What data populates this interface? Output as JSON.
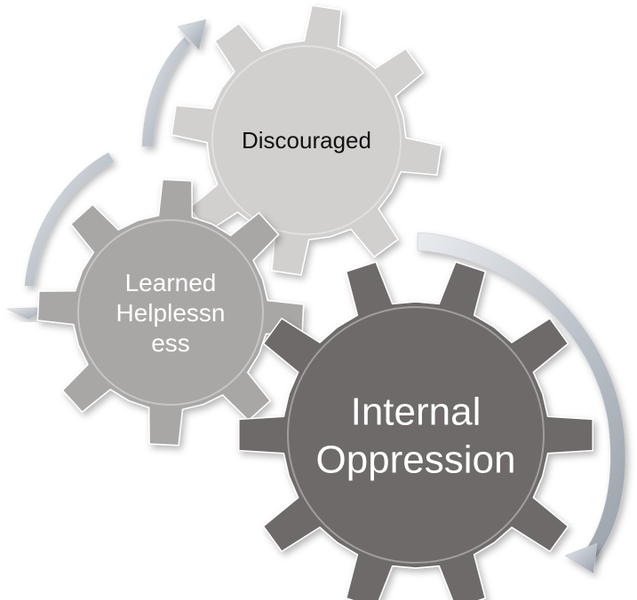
{
  "diagram": {
    "nodes": [
      {
        "id": "discouraged",
        "lines": [
          "Discouraged"
        ],
        "fill": "#d2d0cf",
        "text_color": "#111111"
      },
      {
        "id": "learned-helplessness",
        "lines": [
          "Learned",
          "Helplessn",
          "ess"
        ],
        "fill": "#a9a7a6",
        "text_color": "#ffffff"
      },
      {
        "id": "internal-oppression",
        "lines": [
          "Internal",
          "Oppression"
        ],
        "fill": "#6e6a69",
        "text_color": "#ffffff"
      }
    ],
    "arrow_color": "#c4c9cf"
  }
}
